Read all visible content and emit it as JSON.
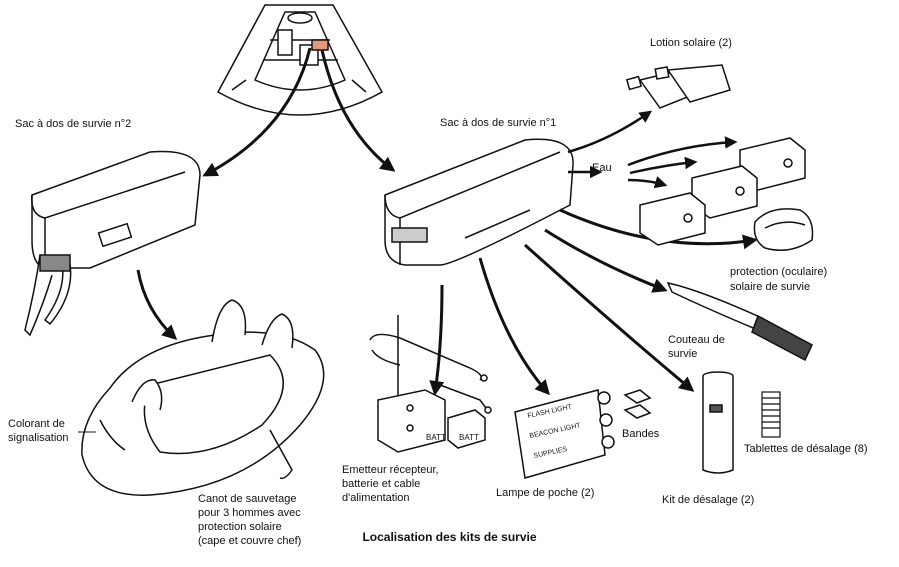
{
  "labels": {
    "sac2": "Sac à dos de survie n°2",
    "sac1": "Sac à dos de survie n°1",
    "lotion": "Lotion solaire (2)",
    "eau": "Eau",
    "protection_l1": "protection (oculaire)",
    "protection_l2": "solaire de survie",
    "couteau_l1": "Couteau de",
    "couteau_l2": "survie",
    "tablettes": "Tablettes de désalage (8)",
    "kit": "Kit de désalage (2)",
    "bandes": "Bandes",
    "lampe": "Lampe de poche (2)",
    "emetteur_l1": "Emetteur récepteur,",
    "emetteur_l2": "batterie et cable",
    "emetteur_l3": "d'alimentation",
    "canot_l1": "Canot de sauvetage",
    "canot_l2": "pour 3 hommes avec",
    "canot_l3": "protection solaire",
    "canot_l4": "(cape et couvre chef)",
    "colorant_l1": "Colorant de",
    "colorant_l2": "signalisation"
  },
  "illustration_text": {
    "batt": "BATT",
    "flash1": "FLASH LIGHT",
    "flash2": "BEACON LIGHT",
    "flash3": "SUPPLIES"
  },
  "caption": "Localisation des kits de survie"
}
